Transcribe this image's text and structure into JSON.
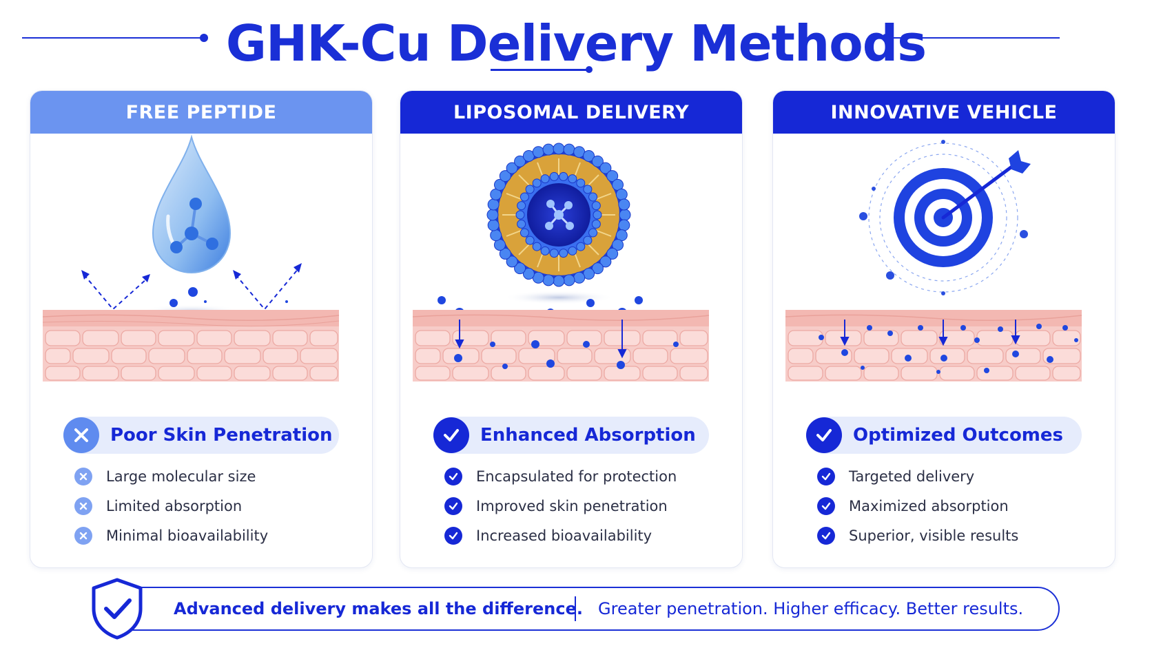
{
  "title": "GHK-Cu Delivery Methods",
  "colors": {
    "brand": "#1628d6",
    "light_brand": "#6b94f0",
    "skin": "#f6c9c6"
  },
  "panels": [
    {
      "header": "FREE PEPTIDE",
      "illustration_icon": "water-drop-molecule-icon",
      "result": {
        "label": "Poor Skin Penetration",
        "icon": "x-circle-icon"
      },
      "bullets": [
        "Large molecular size",
        "Limited absorption",
        "Minimal bioavailability"
      ]
    },
    {
      "header": "LIPOSOMAL DELIVERY",
      "illustration_icon": "liposome-icon",
      "result": {
        "label": "Enhanced Absorption",
        "icon": "check-circle-icon"
      },
      "bullets": [
        "Encapsulated for protection",
        "Improved skin penetration",
        "Increased bioavailability"
      ]
    },
    {
      "header": "INNOVATIVE VEHICLE",
      "illustration_icon": "target-arrow-icon",
      "result": {
        "label": "Optimized Outcomes",
        "icon": "check-circle-icon"
      },
      "bullets": [
        "Targeted delivery",
        "Maximized absorption",
        "Superior, visible results"
      ]
    }
  ],
  "banner": {
    "icon": "shield-check-icon",
    "main": "Advanced delivery makes all the difference.",
    "sub": "Greater penetration. Higher efficacy. Better results."
  }
}
